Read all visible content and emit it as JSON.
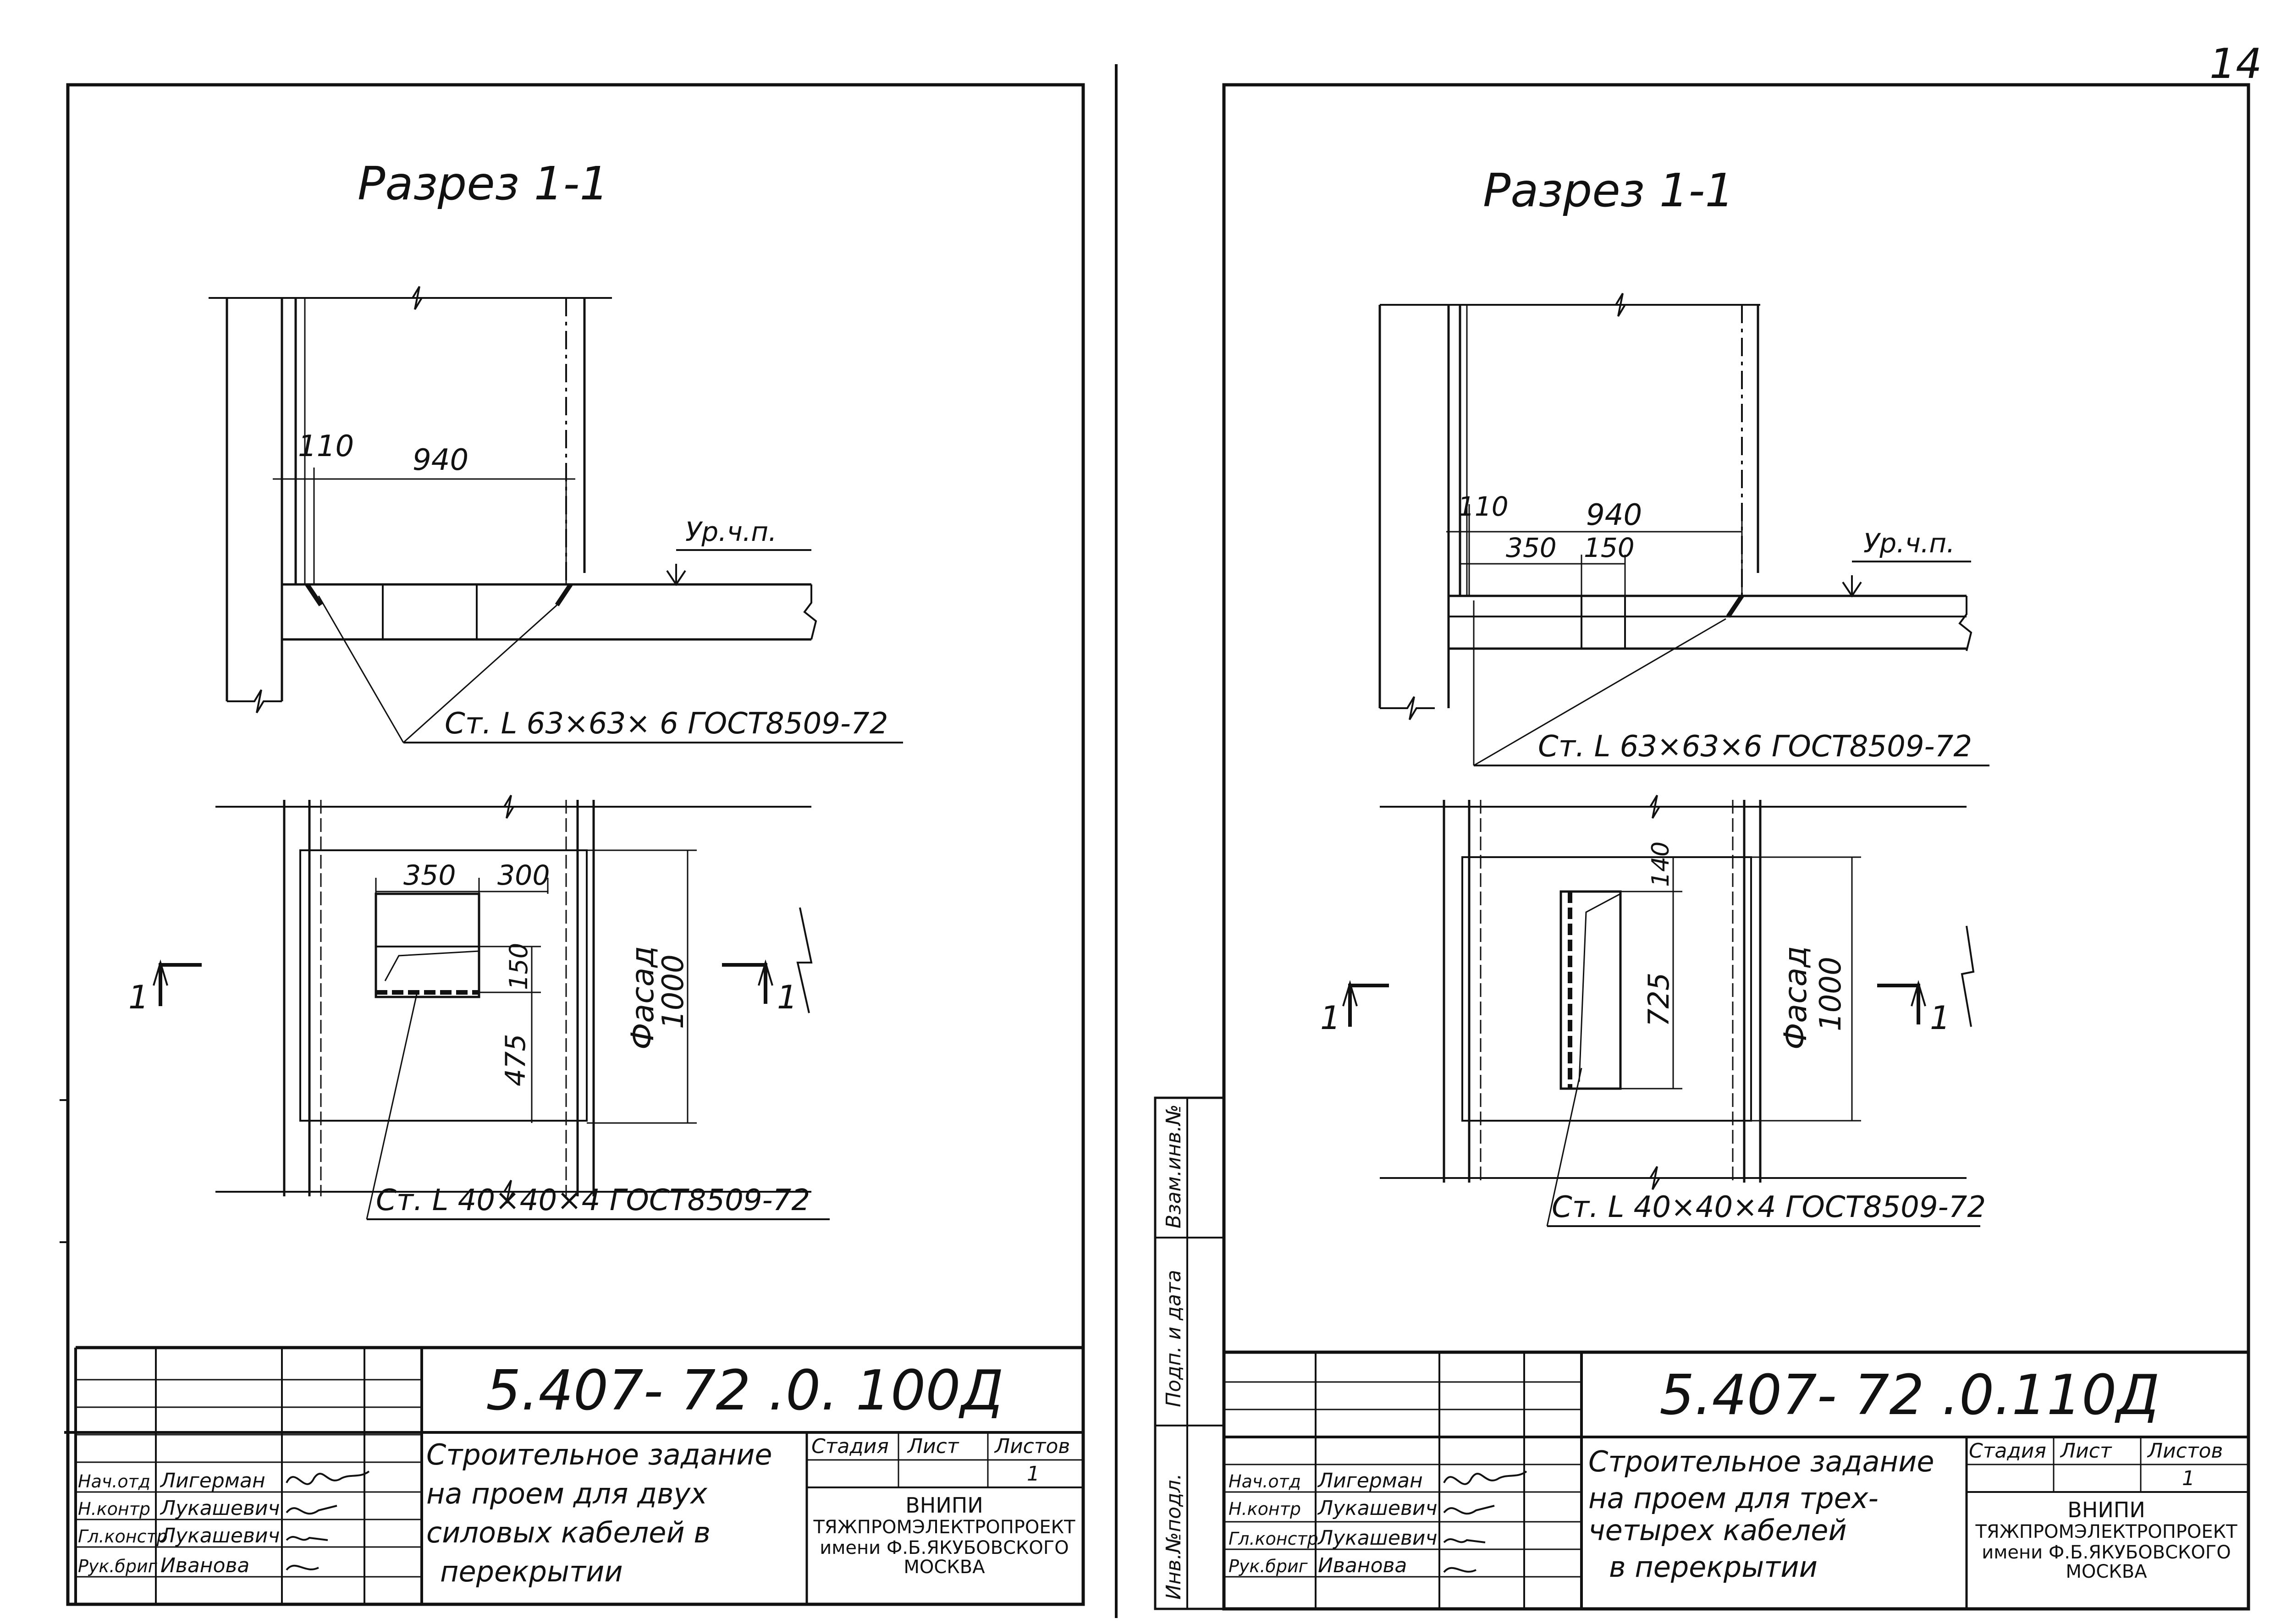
{
  "page_number": "14",
  "sheets": [
    {
      "section_title": "Разрез 1-1",
      "dimensions": {
        "d110": "110",
        "d940": "940",
        "d350": "350",
        "d300": "300",
        "d150": "150",
        "d475": "475",
        "d1000": "1000"
      },
      "level_label": "Ур.ч.п.",
      "angle_label_section": "Ст. L 63×63× 6 ГОСТ8509-72",
      "angle_label_plan": "Ст. L 40×40×4 ГОСТ8509-72",
      "facade_label": "Фасад",
      "section_mark": "1",
      "doc_code": "5.407- 72 .0. 100Д",
      "title_lines": [
        "Строительное задание",
        "на проем для двух",
        "силовых кабелей в",
        "перекрытии"
      ],
      "stage_header": "Стадия",
      "sheet_header": "Лист",
      "sheets_header": "Листов",
      "sheets_count": "1",
      "org_lines": [
        "ВНИПИ",
        "ТЯЖПРОМЭЛЕКТРОПРОЕКТ",
        "имени Ф.Б.ЯКУБОВСКОГО",
        "МОСКВА"
      ],
      "roles": [
        {
          "role": "Нач.отд",
          "name": "Лигерман"
        },
        {
          "role": "Н.контр",
          "name": "Лукашевич"
        },
        {
          "role": "Гл.констр",
          "name": "Лукашевич"
        },
        {
          "role": "Рук.бриг",
          "name": "Иванова"
        }
      ]
    },
    {
      "section_title": "Разрез 1-1",
      "dimensions": {
        "d110": "110",
        "d940": "940",
        "d350": "350",
        "d150": "150",
        "d140": "140",
        "d725": "725",
        "d1000": "1000"
      },
      "level_label": "Ур.ч.п.",
      "angle_label_section": "Ст. L 63×63×6 ГОСТ8509-72",
      "angle_label_plan": "Ст. L 40×40×4 ГОСТ8509-72",
      "facade_label": "Фасад",
      "section_mark": "1",
      "doc_code": "5.407- 72 .0.110Д",
      "title_lines": [
        "Строительное задание",
        "на проем для трех-",
        "четырех кабелей",
        "в перекрытии"
      ],
      "stage_header": "Стадия",
      "sheet_header": "Лист",
      "sheets_header": "Листов",
      "sheets_count": "1",
      "org_lines": [
        "ВНИПИ",
        "ТЯЖПРОМЭЛЕКТРОПРОЕКТ",
        "имени Ф.Б.ЯКУБОВСКОГО",
        "МОСКВА"
      ],
      "roles": [
        {
          "role": "Нач.отд",
          "name": "Лигерман"
        },
        {
          "role": "Н.контр",
          "name": "Лукашевич"
        },
        {
          "role": "Гл.констр",
          "name": "Лукашевич"
        },
        {
          "role": "Рук.бриг",
          "name": "Иванова"
        }
      ],
      "side_stamp": [
        "Инв.№подл.",
        "Подп. и дата",
        "Взам.инв.№"
      ]
    }
  ]
}
